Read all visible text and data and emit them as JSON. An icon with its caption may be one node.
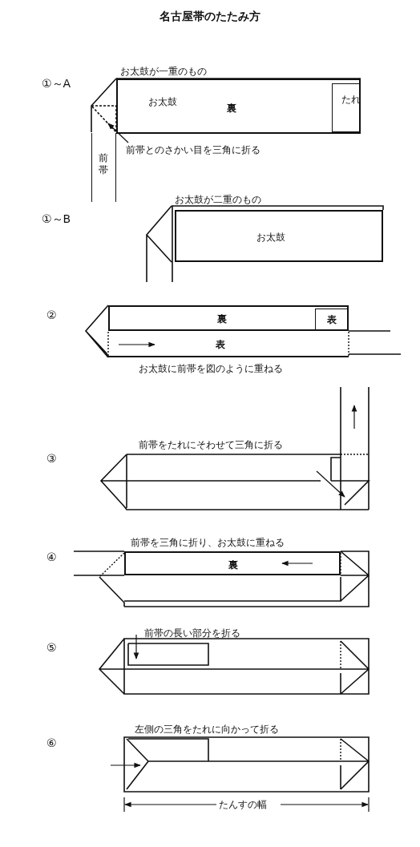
{
  "diagram": {
    "title": "名古屋帯のたたみ方",
    "nodes": [
      {
        "text": [
          "お太鼓",
          "裏"
        ]
      },
      {
        "text": [
          "たれ"
        ],
        "in": 0
      },
      {
        "text": [
          "前帯"
        ]
      },
      {
        "text": [
          "前帯とのさかい目を三角に折る"
        ]
      },
      {
        "text": [],
        "shape": "triangle"
      },
      {
        "text": [
          "お太鼓"
        ]
      },
      {
        "text": [
          "裏"
        ]
      },
      {
        "text": [
          "表"
        ],
        "in": 6
      },
      {
        "text": [
          "表"
        ]
      },
      {
        "text": [
          "裏"
        ]
      }
    ],
    "edges": [
      {
        "from": 3,
        "to": 4,
        "arrow": "to"
      }
    ],
    "labels": [
      "①～A",
      "お太鼓が一重のもの",
      "①～B",
      "お太鼓が二重のもの",
      "②",
      "お太鼓に前帯を図のように重ねる",
      "③",
      "前帯をたれにそわせて三角に折る",
      "④",
      "前帯を三角に折り、お太鼓に重ねる",
      "⑤",
      "前帯の長い部分を折る",
      "⑥",
      "左側の三角をたれに向かって折る",
      "たんすの幅"
    ]
  }
}
